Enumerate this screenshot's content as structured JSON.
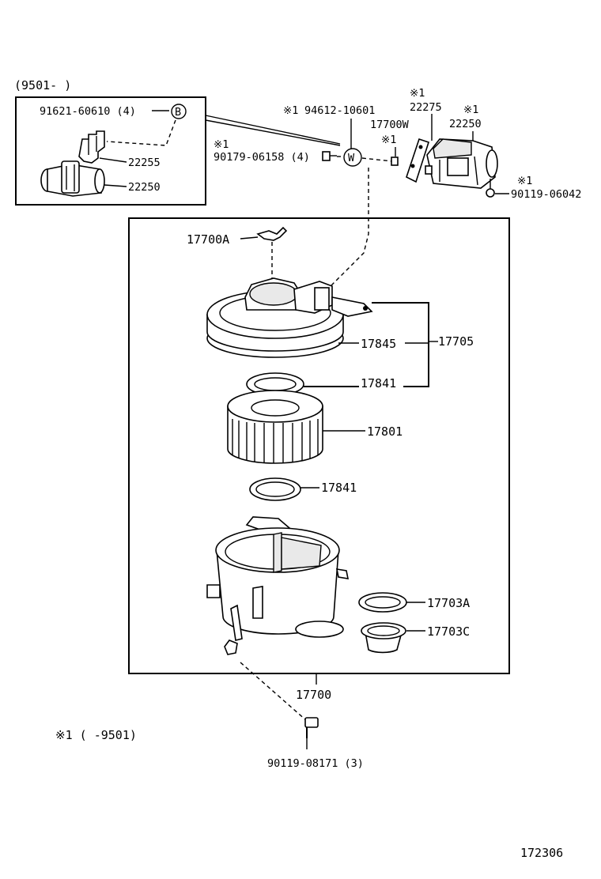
{
  "inset": {
    "date_range": "(9501-      )",
    "items": [
      {
        "part_no": "91621-60610 (4)",
        "marker": "B"
      },
      {
        "part_no": "22255"
      },
      {
        "part_no": "22250"
      }
    ]
  },
  "top_parts": {
    "p94612": {
      "note": "※1",
      "part_no": "94612-10601"
    },
    "p90179": {
      "note": "※1",
      "part_no": "90179-06158 (4)"
    },
    "marker_w": "W",
    "p22275": {
      "note": "※1",
      "part_no": "22275"
    },
    "p17700w": {
      "note": "※1",
      "part_no": "17700W"
    },
    "p22250": {
      "note": "※1",
      "part_no": "22250"
    },
    "p90119a": {
      "note": "※1",
      "part_no": "90119-06042"
    }
  },
  "main": {
    "p17700a": "17700A",
    "p17845": "17845",
    "p17705": "17705",
    "p17841a": "17841",
    "p17801": "17801",
    "p17841b": "17841",
    "p17703a": "17703A",
    "p17703c": "17703C",
    "p17700": "17700"
  },
  "bottom": {
    "footnote": "※1 (      -9501)",
    "p90119b": "90119-08171 (3)",
    "fig_no": "172306"
  }
}
